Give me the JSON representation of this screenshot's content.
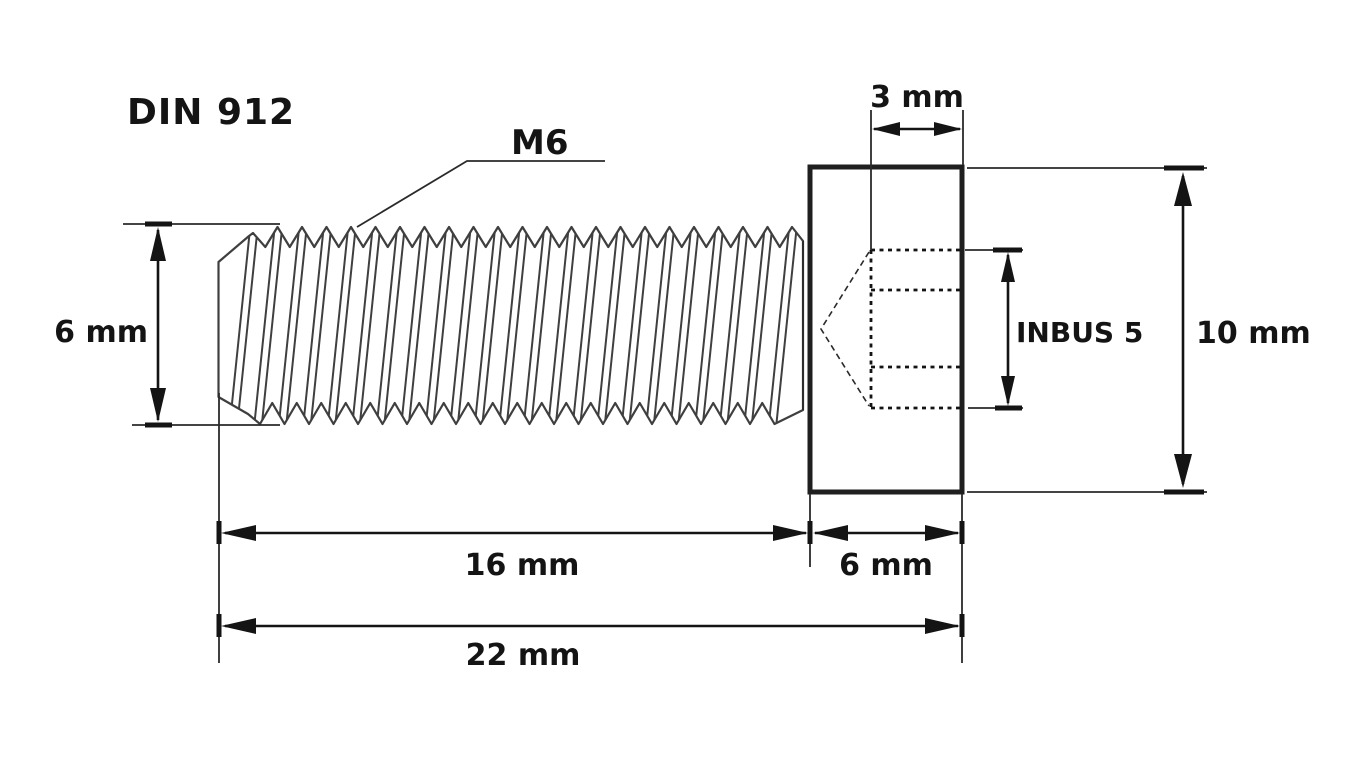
{
  "drawing": {
    "title": "DIN 912",
    "thread_designation": "M6",
    "dimensions": {
      "socket_depth": "3 mm",
      "thread_diameter": "6 mm",
      "head_diameter": "10 mm",
      "socket_wrench_size": "INBUS 5",
      "thread_length": "16 mm",
      "head_length": "6 mm",
      "total_length": "22 mm"
    },
    "colors": {
      "background": "#ffffff",
      "line": "#141414",
      "thread_line": "#3f3f3f"
    }
  }
}
